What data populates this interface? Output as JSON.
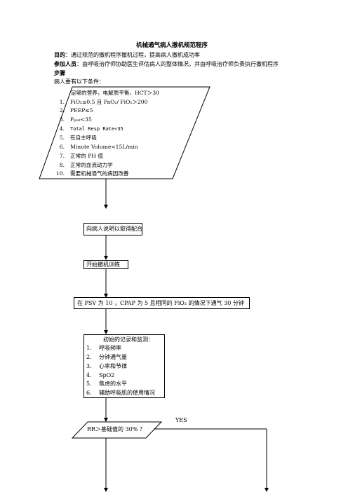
{
  "title": "机械通气病人撤机规范程序",
  "purpose": {
    "label": "目的",
    "sep": "：",
    "text": "通过规范的撤机程序撤机过程，提高病人撤机成功率"
  },
  "participants": {
    "label": "参加人员",
    "sep": "：",
    "text": "由呼吸治疗师协助医生评估病人的整体情况，并由呼吸治疗师负责执行撤机程序"
  },
  "steps_heading": "步骤",
  "conditions_intro": "病人要有以下条件：",
  "conditions": {
    "header": "足够的营养，电解质平衡，HCT＞30",
    "items": [
      {
        "num": "1.",
        "text": "FiO₂≤0.5 且 PaO₂/ FiO₂＞200"
      },
      {
        "num": "2.",
        "text": "PEEP≤5"
      },
      {
        "num": "3.",
        "text": "Pₚₗₐₜ<35"
      },
      {
        "num": "4.",
        "text": "Total Resp Rate<35"
      },
      {
        "num": "5.",
        "text": "有自主呼吸"
      },
      {
        "num": "6.",
        "text": "Minute Volume<15L/min"
      },
      {
        "num": "7.",
        "text": "正常的 PH 值"
      },
      {
        "num": "8.",
        "text": "正常的血流动力学"
      },
      {
        "num": "10.",
        "text": "需要机械通气的病因改善"
      }
    ]
  },
  "step_explain": "向病人说明以取得配合",
  "step_start": "开始撤机训练",
  "step_psv": "在 PSV 为 10 ，CPAP 为 5 且相同的 FiO₂ 的情况下通气 30 分钟",
  "monitor": {
    "header": "初始的记录和监测：",
    "items": [
      {
        "num": "1.",
        "text": "呼吸频率"
      },
      {
        "num": "2.",
        "text": "分钟通气量"
      },
      {
        "num": "3.",
        "text": "心率和节律"
      },
      {
        "num": "4.",
        "text": "SpO2"
      },
      {
        "num": "5.",
        "text": "焦虑的水平"
      },
      {
        "num": "6.",
        "text": "辅助呼吸肌的使用情况"
      }
    ]
  },
  "decision": "RR＞基础值的 30% ？",
  "yes_label": "YES"
}
